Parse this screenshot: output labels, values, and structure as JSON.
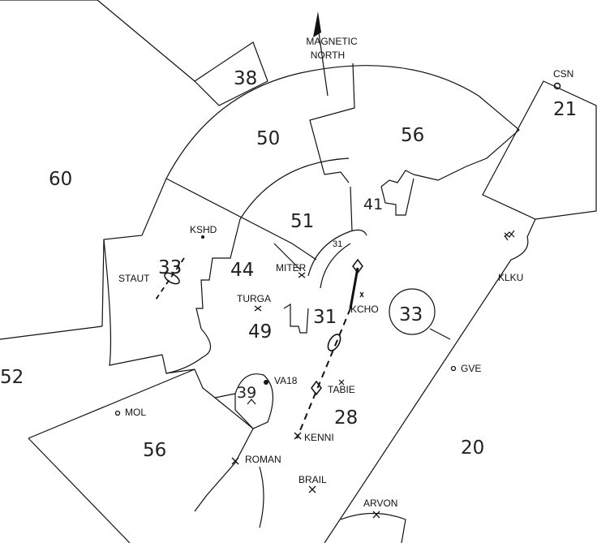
{
  "north": {
    "label_line1": "MAGNETIC",
    "label_line2": "NORTH"
  },
  "sectors": {
    "s38": "38",
    "s50": "50",
    "s56_top": "56",
    "s60": "60",
    "s21": "21",
    "s41": "41",
    "s51": "51",
    "s31_small": "31",
    "s44": "44",
    "s33_west": "33",
    "s31": "31",
    "s33_east": "33",
    "s49": "49",
    "s39": "39",
    "s28": "28",
    "s52": "52",
    "s56_bottom": "56",
    "s20": "20"
  },
  "fixes": {
    "csn": "CSN",
    "kshd": "KSHD",
    "staut": "STAUT",
    "miter": "MITER",
    "turga": "TURGA",
    "kcho": "KCHO",
    "klku": "KLKU",
    "va18": "VA18",
    "tabie": "TABIE",
    "gve": "GVE",
    "mol": "MOL",
    "kenni": "KENNI",
    "roman": "ROMAN",
    "brail": "BRAIL",
    "arvon": "ARVON"
  }
}
